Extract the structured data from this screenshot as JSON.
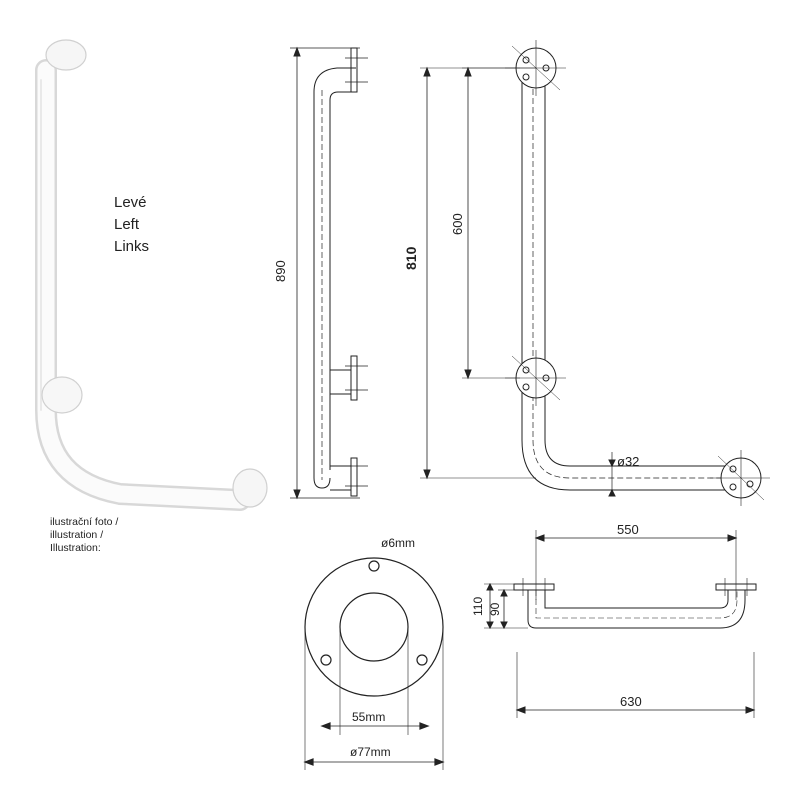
{
  "side_label": [
    "Levé",
    "Left",
    "Links"
  ],
  "caption": [
    "ilustrační foto /",
    "illustration /",
    "Illustration:"
  ],
  "dimensions": {
    "side_height": "890",
    "front_height": "810",
    "bracket_spacing": "600",
    "tube_diameter": "ø32",
    "hole_diameter": "ø6mm",
    "inner_diameter": "55mm",
    "rosette_diameter": "ø77mm",
    "top_width": "550",
    "depth_outer": "110",
    "depth_inner": "90",
    "bottom_width": "630"
  },
  "colors": {
    "line": "#222222",
    "tube_fill": "#f4f4f4",
    "dim_line": "#333333"
  }
}
